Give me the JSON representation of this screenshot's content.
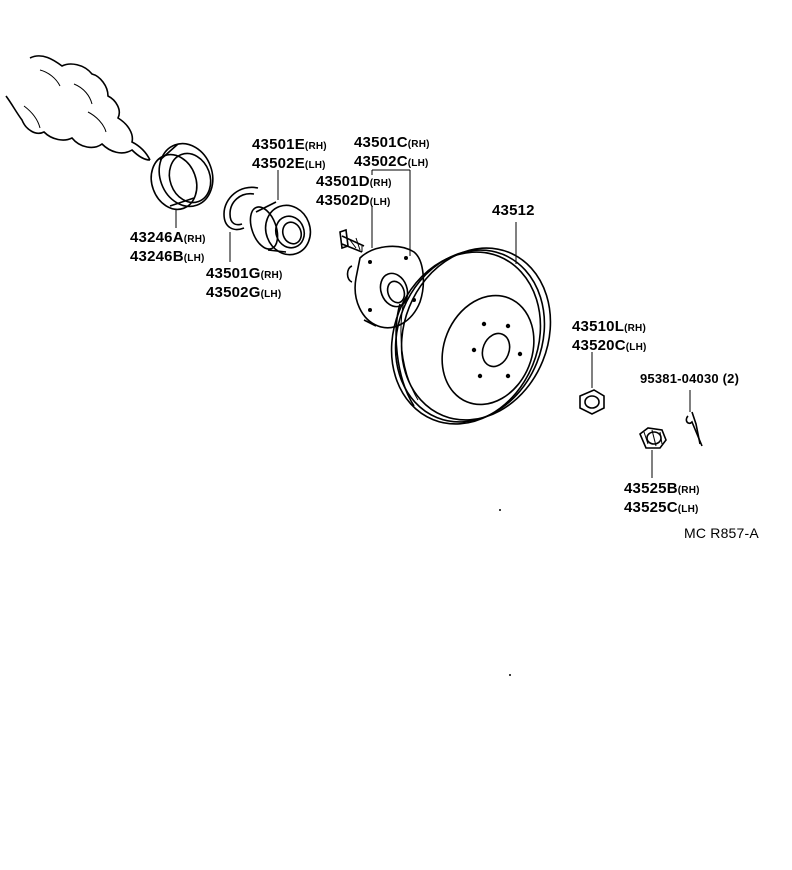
{
  "parts": {
    "dust_cover": {
      "rh": "43246A",
      "rh_side": "(RH)",
      "lh": "43246B",
      "lh_side": "(LH)"
    },
    "bearing": {
      "rh": "43501E",
      "rh_side": "(RH)",
      "lh": "43502E",
      "lh_side": "(LH)"
    },
    "snap_ring": {
      "rh": "43501G",
      "rh_side": "(RH)",
      "lh": "43502G",
      "lh_side": "(LH)"
    },
    "hub": {
      "rh": "43501C",
      "rh_side": "(RH)",
      "lh": "43502C",
      "lh_side": "(LH)"
    },
    "hub_bolt": {
      "rh": "43501D",
      "rh_side": "(RH)",
      "lh": "43502D",
      "lh_side": "(LH)"
    },
    "disc": {
      "number": "43512"
    },
    "nut": {
      "rh": "43510L",
      "rh_side": "(RH)",
      "lh": "43520C",
      "lh_side": "(LH)"
    },
    "cotter_pin": {
      "number": "95381-04030",
      "qty": "(2)"
    },
    "nut_lock_cap": {
      "rh": "43525B",
      "rh_side": "(RH)",
      "lh": "43525C",
      "lh_side": "(LH)"
    }
  },
  "reference_code": "MC R857-A"
}
